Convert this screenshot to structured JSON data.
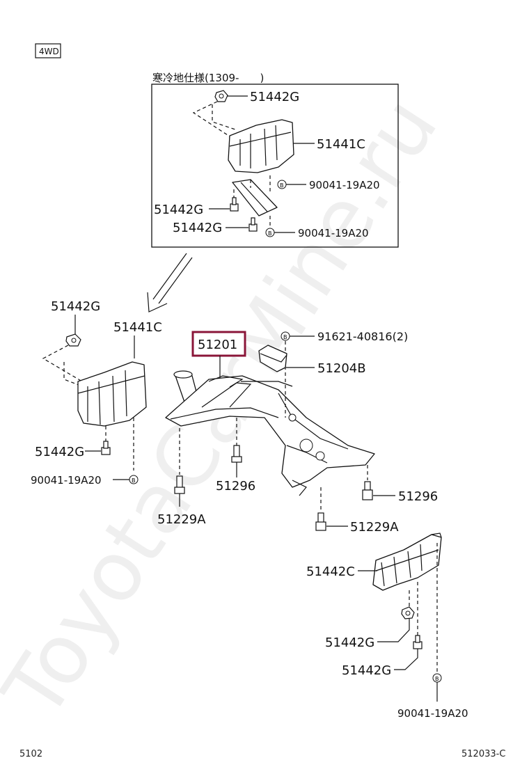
{
  "header_tag": "4WD",
  "inset_caption": "寒冷地仕様(1309-　　)",
  "callouts": {
    "inset_nut_top": "51442G",
    "inset_cover": "51441C",
    "inset_bolt_b1": "90041-19A20",
    "inset_nut_left": "51442G",
    "inset_nut_left2": "51442G",
    "inset_bolt_b2": "90041-19A20",
    "nut_upper_left": "51442G",
    "cover_left": "51441C",
    "crossmember": "51201",
    "bolt_top": "91621-40816(2)",
    "stopper": "51204B",
    "nut_left_lower": "51442G",
    "bolt_left_lower": "90041-19A20",
    "bolt_51296_center": "51296",
    "bolt_51296_right": "51296",
    "bolt_51229a_left": "51229A",
    "bolt_51229a_center": "51229A",
    "cover_right": "51442C",
    "nut_right_1": "51442G",
    "nut_right_2": "51442G",
    "bolt_right_bottom": "90041-19A20"
  },
  "bolt_marker": "B",
  "highlight_color": "#8a1538",
  "watermark": "ToyotaCarMine.ru",
  "footer": {
    "left_code": "5102",
    "right_code": "512033-C"
  }
}
